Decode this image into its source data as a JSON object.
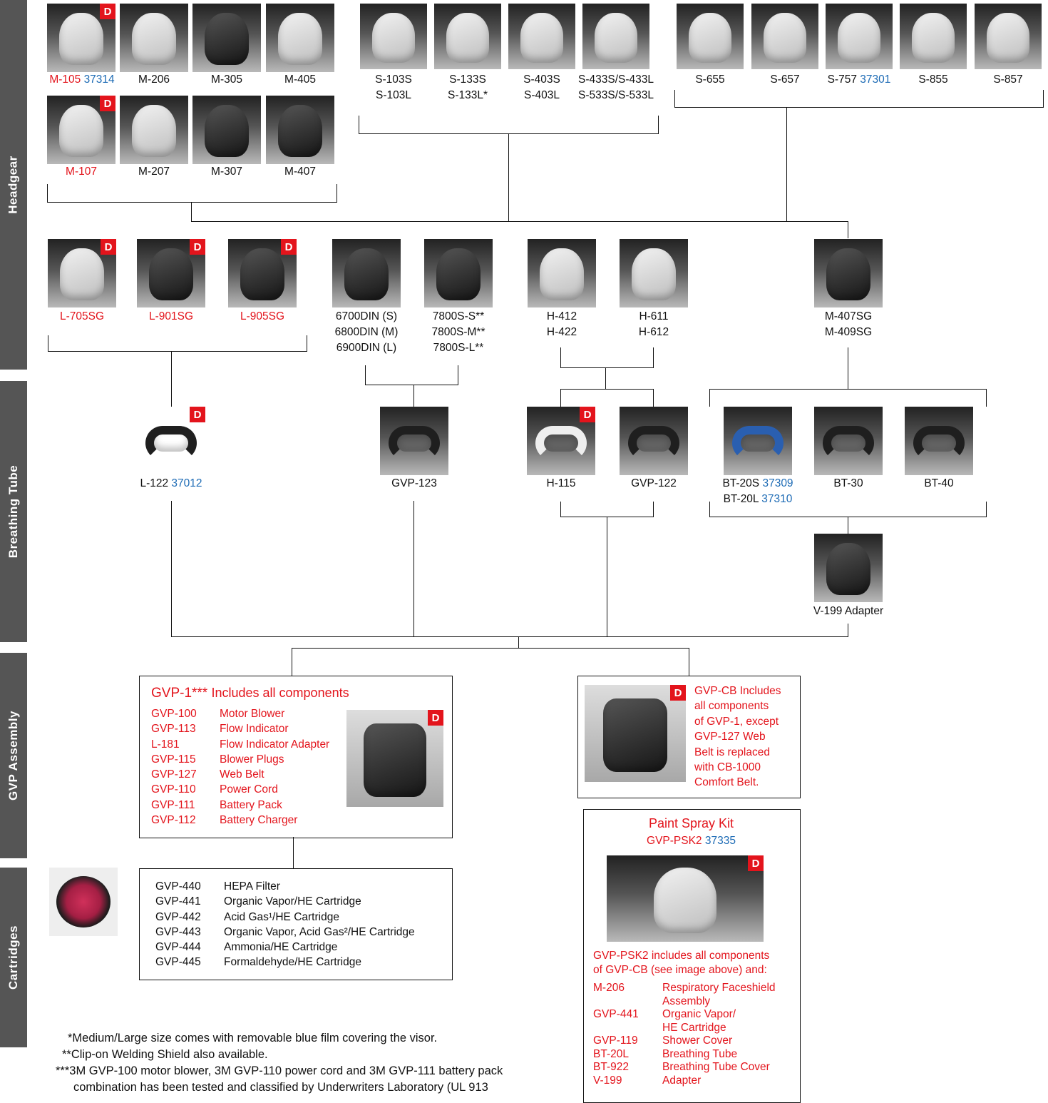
{
  "sidebar": {
    "headgear": "Headgear",
    "breathing_tube": "Breathing Tube",
    "gvp_assembly": "GVP Assembly",
    "cartridges": "Cartridges"
  },
  "badge": "D",
  "m_series": {
    "m105": {
      "model": "M-105",
      "code": "37314"
    },
    "m206": "M-206",
    "m305": "M-305",
    "m405": "M-405",
    "m107": "M-107",
    "m207": "M-207",
    "m307": "M-307",
    "m407": "M-407"
  },
  "s_series": {
    "s103": [
      "S-103S",
      "S-103L"
    ],
    "s133": [
      "S-133S",
      "S-133L*"
    ],
    "s403": [
      "S-403S",
      "S-403L"
    ],
    "s433": [
      "S-433S/S-433L",
      "S-533S/S-533L"
    ]
  },
  "s600": {
    "s655": "S-655",
    "s657": "S-657",
    "s757": {
      "model": "S-757",
      "code": "37301"
    },
    "s855": "S-855",
    "s857": "S-857"
  },
  "l_series": {
    "l705": "L-705SG",
    "l901": "L-901SG",
    "l905": "L-905SG"
  },
  "fullface_a": [
    "6700DIN (S)",
    "6800DIN (M)",
    "6900DIN (L)"
  ],
  "fullface_b": [
    "7800S-S**",
    "7800S-M**",
    "7800S-L**"
  ],
  "h_hoods": {
    "h412": [
      "H-412",
      "H-422"
    ],
    "h611": [
      "H-611",
      "H-612"
    ]
  },
  "m407sg": [
    "M-407SG",
    "M-409SG"
  ],
  "tubes": {
    "l122": {
      "model": "L-122",
      "code": "37012"
    },
    "gvp123": "GVP-123",
    "h115": "H-115",
    "gvp122": "GVP-122",
    "bt20s": {
      "model": "BT-20S",
      "code": "37309"
    },
    "bt20l": {
      "model": "BT-20L",
      "code": "37310"
    },
    "bt30": "BT-30",
    "bt40": "BT-40",
    "v199": "V-199 Adapter"
  },
  "gvp1": {
    "title": "GVP-1***",
    "subtitle": "Includes all components",
    "items": [
      [
        "GVP-100",
        "Motor Blower"
      ],
      [
        "GVP-113",
        "Flow Indicator"
      ],
      [
        "L-181",
        "Flow Indicator Adapter"
      ],
      [
        "GVP-115",
        "Blower Plugs"
      ],
      [
        "GVP-127",
        "Web Belt"
      ],
      [
        "GVP-110",
        "Power Cord"
      ],
      [
        "GVP-111",
        "Battery Pack"
      ],
      [
        "GVP-112",
        "Battery Charger"
      ]
    ]
  },
  "gvpcb": {
    "lines": [
      "GVP-CB Includes",
      "all components",
      "of GVP-1, except",
      "GVP-127 Web",
      "Belt is replaced",
      "with CB-1000",
      "Comfort Belt."
    ]
  },
  "cartridges": [
    [
      "GVP-440",
      "HEPA Filter"
    ],
    [
      "GVP-441",
      "Organic Vapor/HE Cartridge"
    ],
    [
      "GVP-442",
      "Acid Gas¹/HE Cartridge"
    ],
    [
      "GVP-443",
      "Organic Vapor, Acid Gas²/HE Cartridge"
    ],
    [
      "GVP-444",
      "Ammonia/HE Cartridge"
    ],
    [
      "GVP-445",
      "Formaldehyde/HE Cartridge"
    ]
  ],
  "paint_kit": {
    "title": "Paint Spray Kit",
    "model": "GVP-PSK2",
    "code": "37335",
    "desc": [
      "GVP-PSK2 includes all components",
      "of GVP-CB (see image above) and:"
    ],
    "items": [
      [
        "M-206",
        "Respiratory Faceshield",
        "Assembly"
      ],
      [
        "GVP-441",
        "Organic Vapor/",
        "HE Cartridge"
      ],
      [
        "GVP-119",
        "Shower Cover",
        ""
      ],
      [
        "BT-20L",
        "Breathing Tube",
        ""
      ],
      [
        "BT-922",
        "Breathing Tube Cover",
        ""
      ],
      [
        "V-199",
        "Adapter",
        ""
      ]
    ]
  },
  "footnotes": [
    "*Medium/Large size comes with removable blue film covering the visor.",
    "**Clip-on Welding Shield also available.",
    "***3M GVP-100 motor blower, 3M GVP-110 power cord and 3M GVP-111 battery pack",
    "combination has been tested and classified by Underwriters Laboratory (UL 913"
  ]
}
